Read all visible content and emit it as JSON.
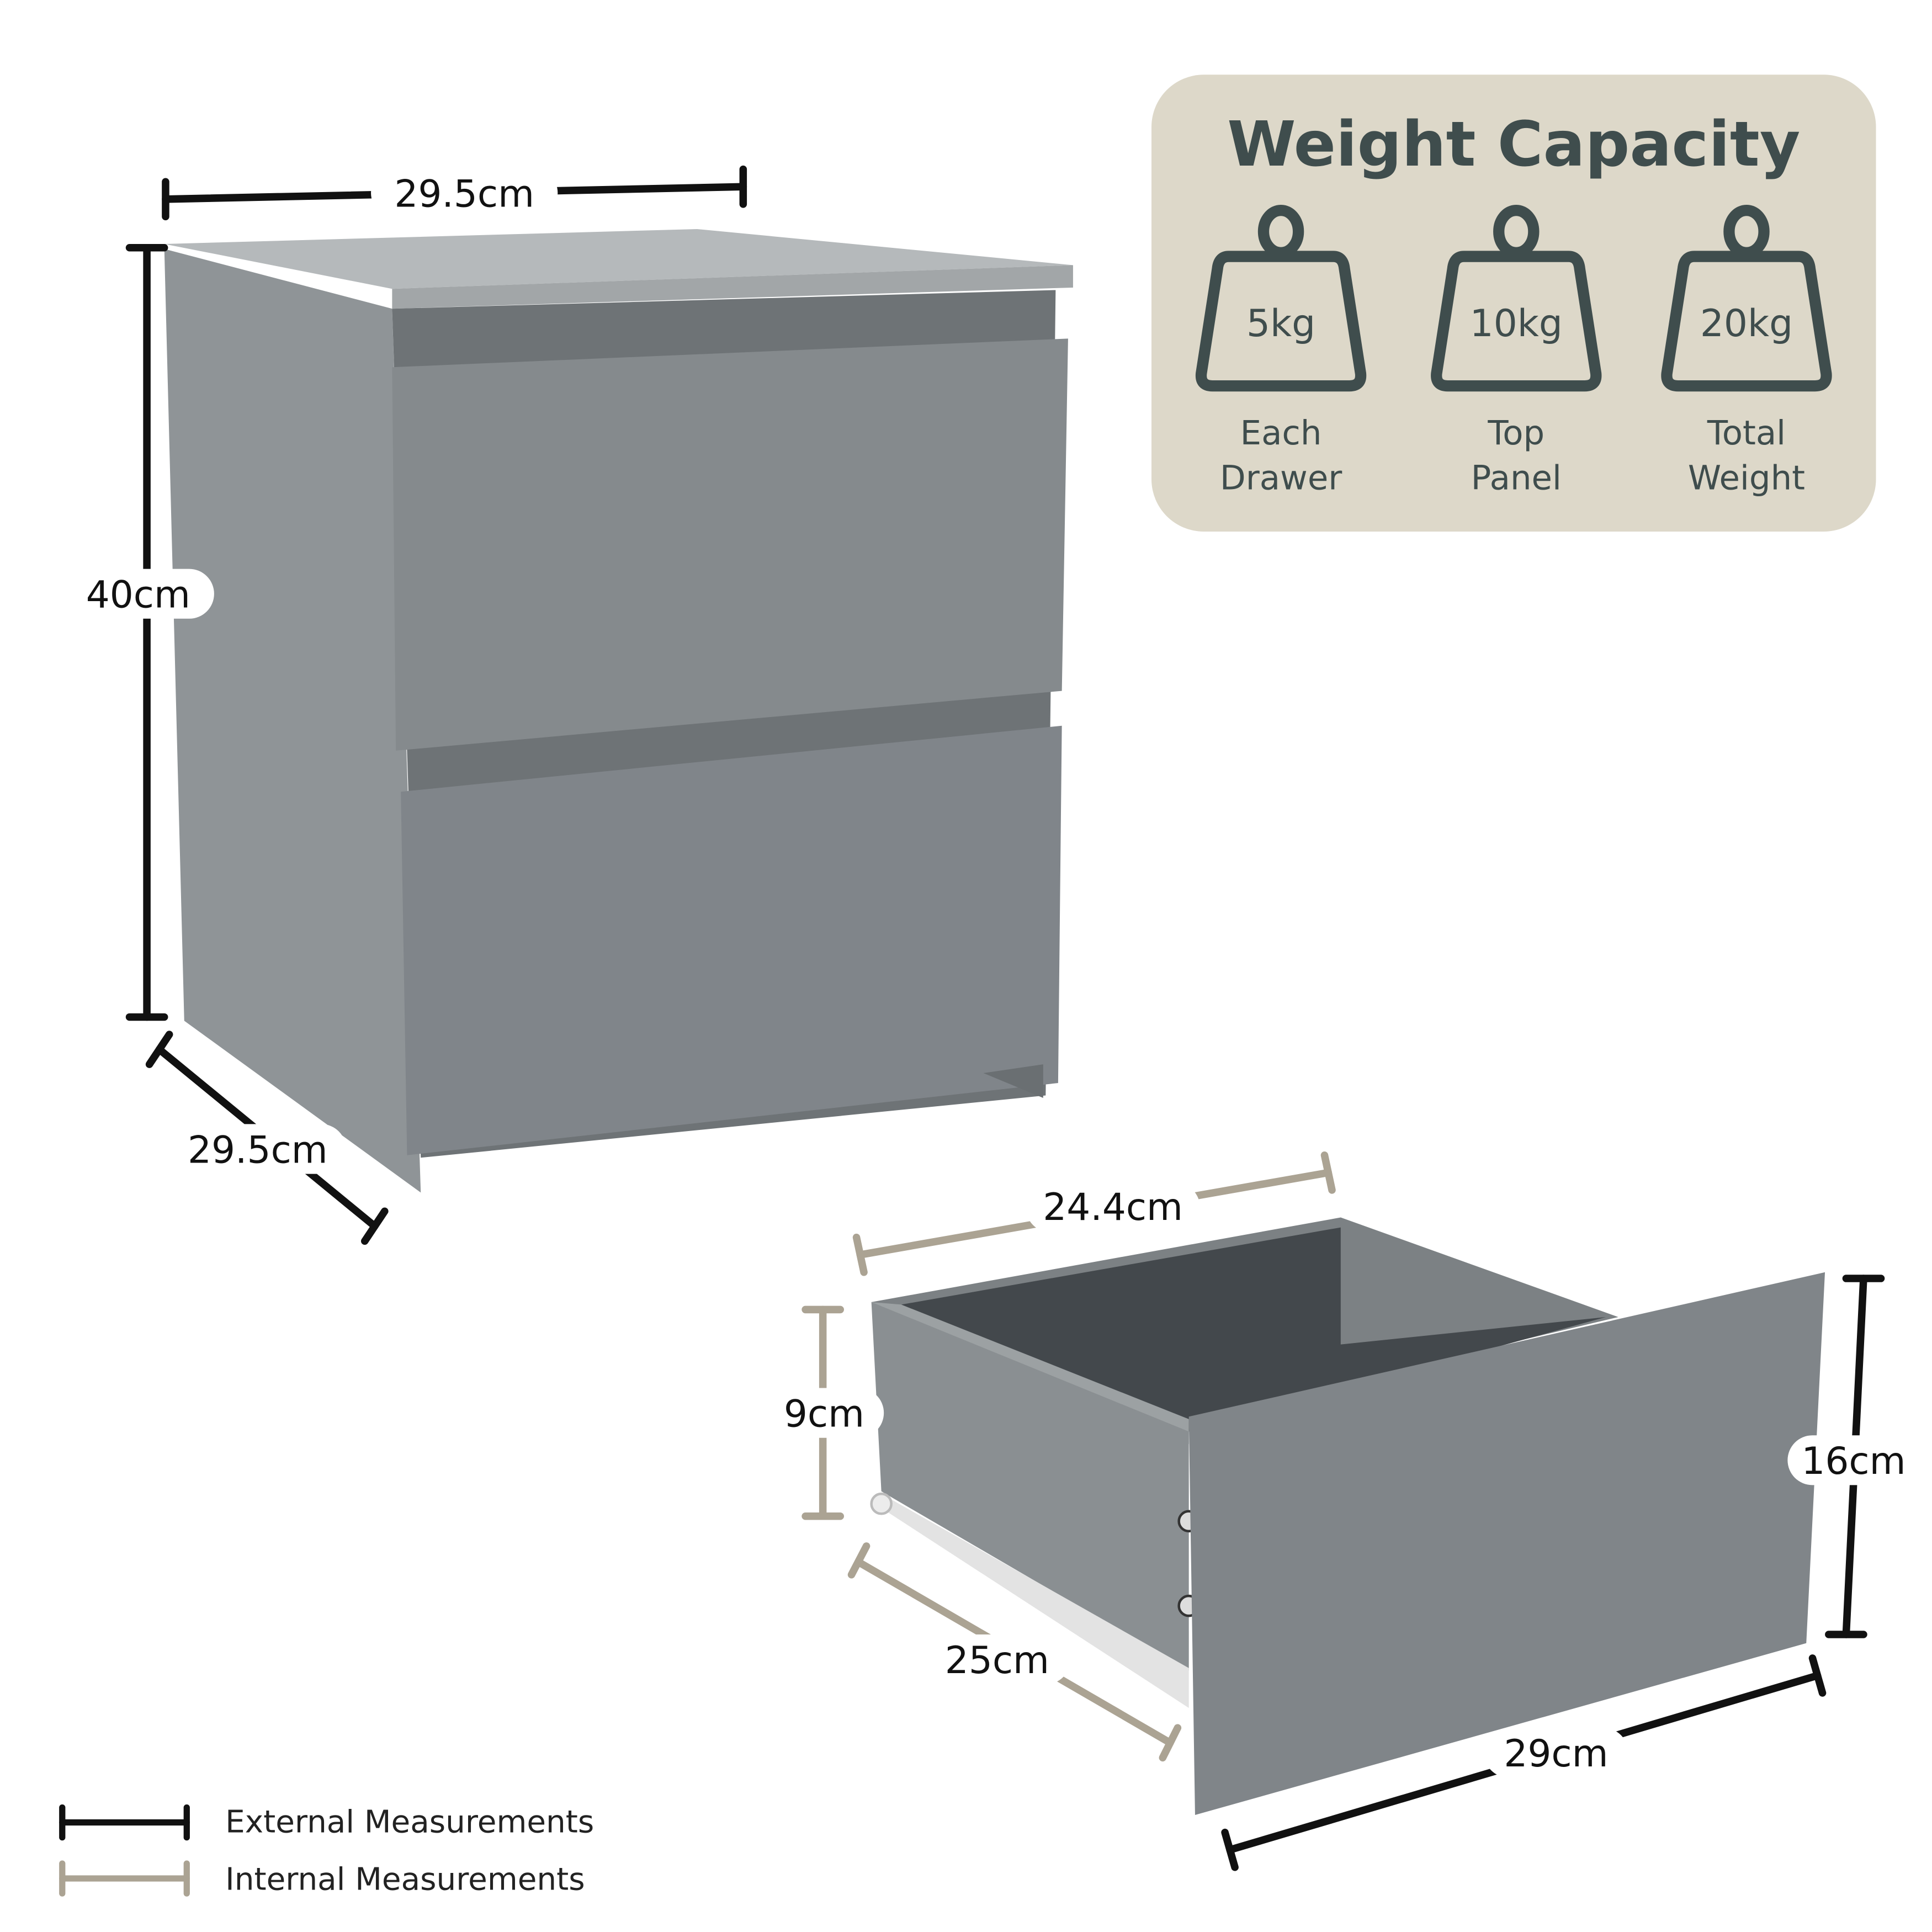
{
  "cabinet": {
    "width_label": "29.5cm",
    "height_label": "40cm",
    "depth_label": "29.5cm"
  },
  "drawer": {
    "internal_width_label": "24.4cm",
    "internal_height_label": "9cm",
    "internal_depth_label": "25cm",
    "external_height_label": "16cm",
    "external_width_label": "29cm"
  },
  "weight_capacity": {
    "title": "Weight Capacity",
    "items": [
      {
        "value": "5kg",
        "label_line1": "Each",
        "label_line2": "Drawer"
      },
      {
        "value": "10kg",
        "label_line1": "Top",
        "label_line2": "Panel"
      },
      {
        "value": "20kg",
        "label_line1": "Total",
        "label_line2": "Weight"
      }
    ]
  },
  "legend": {
    "external": "External Measurements",
    "internal": "Internal Measurements"
  },
  "colors": {
    "external_line": "#111111",
    "internal_line": "#aba393",
    "panel_bg": "#ddd8c9",
    "panel_ink": "#3f4d4d",
    "furniture_grey": "#868b8e"
  }
}
